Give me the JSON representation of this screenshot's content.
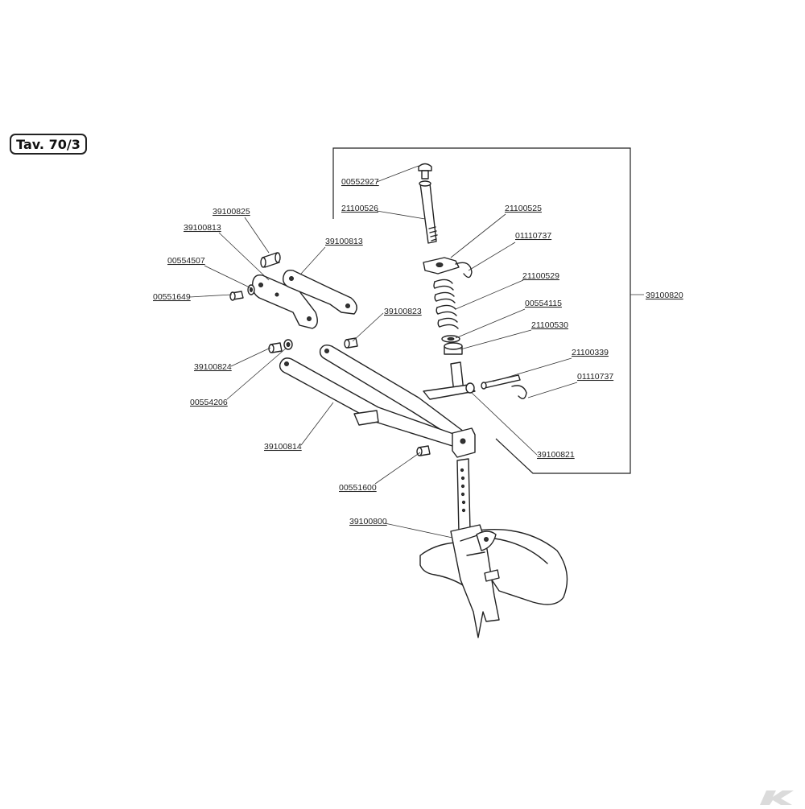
{
  "plate": {
    "title": "Tav. 70/3"
  },
  "parts": [
    {
      "id": "p1",
      "code": "00552927"
    },
    {
      "id": "p2",
      "code": "21100526"
    },
    {
      "id": "p3",
      "code": "21100525"
    },
    {
      "id": "p4",
      "code": "01110737"
    },
    {
      "id": "p5",
      "code": "21100529"
    },
    {
      "id": "p6",
      "code": "00554115"
    },
    {
      "id": "p7",
      "code": "21100530"
    },
    {
      "id": "p8",
      "code": "21100339"
    },
    {
      "id": "p9",
      "code": "01110737"
    },
    {
      "id": "p10",
      "code": "39100821"
    },
    {
      "id": "p11",
      "code": "39100820"
    },
    {
      "id": "p12",
      "code": "39100825"
    },
    {
      "id": "p13",
      "code": "39100813"
    },
    {
      "id": "p14",
      "code": "39100813"
    },
    {
      "id": "p15",
      "code": "00554507"
    },
    {
      "id": "p16",
      "code": "00551649"
    },
    {
      "id": "p17",
      "code": "39100823"
    },
    {
      "id": "p18",
      "code": "39100824"
    },
    {
      "id": "p19",
      "code": "00554206"
    },
    {
      "id": "p20",
      "code": "39100814"
    },
    {
      "id": "p21",
      "code": "00551600"
    },
    {
      "id": "p22",
      "code": "39100800"
    }
  ]
}
